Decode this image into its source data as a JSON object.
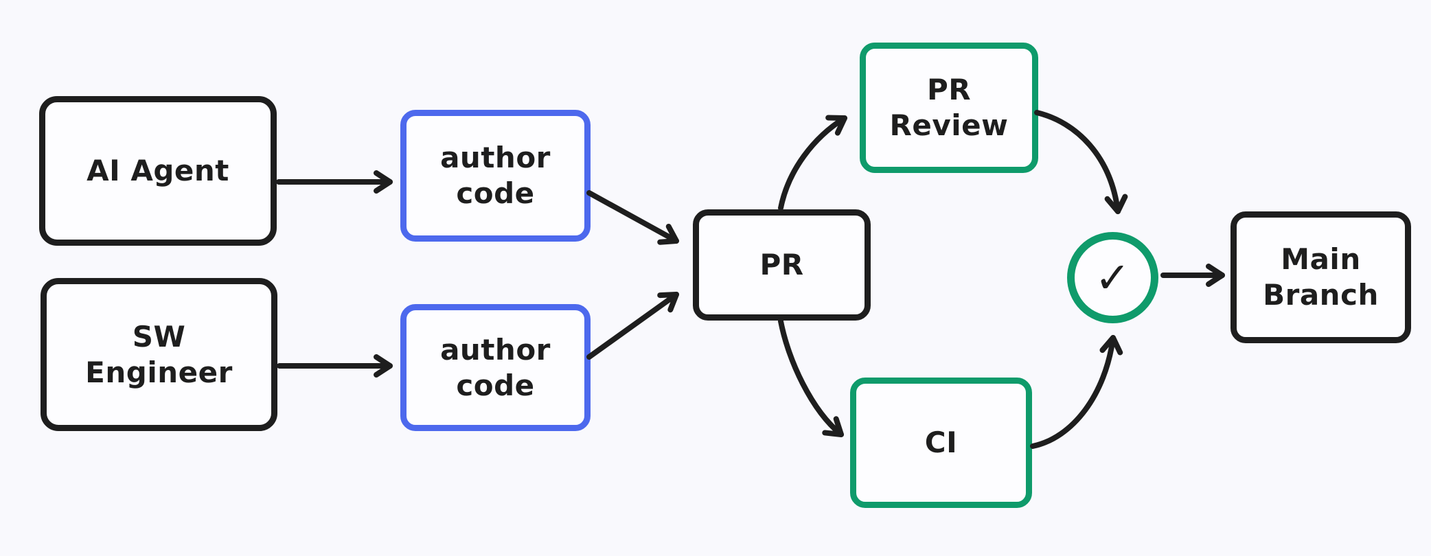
{
  "diagram": {
    "title": "PR workflow diagram",
    "background_color": "#f9f9fd",
    "stroke_color": "#1e1e1e",
    "accent_blue": "#4d69ed",
    "accent_green": "#0f9b6b"
  },
  "nodes": {
    "ai_agent": {
      "line1": "AI Agent"
    },
    "sw_engineer": {
      "line1": "SW",
      "line2": "Engineer"
    },
    "author_code_top": {
      "line1": "author",
      "line2": "code"
    },
    "author_code_bottom": {
      "line1": "author",
      "line2": "code"
    },
    "pr": {
      "line1": "PR"
    },
    "pr_review": {
      "line1": "PR",
      "line2": "Review"
    },
    "ci": {
      "line1": "CI"
    },
    "approval_check": {
      "glyph": "✓"
    },
    "main_branch": {
      "line1": "Main",
      "line2": "Branch"
    }
  },
  "edges": [
    {
      "from": "AI Agent",
      "to": "author code (top)"
    },
    {
      "from": "SW Engineer",
      "to": "author code (bottom)"
    },
    {
      "from": "author code (top)",
      "to": "PR"
    },
    {
      "from": "author code (bottom)",
      "to": "PR"
    },
    {
      "from": "PR",
      "to": "PR Review"
    },
    {
      "from": "PR",
      "to": "CI"
    },
    {
      "from": "PR Review",
      "to": "approval check"
    },
    {
      "from": "CI",
      "to": "approval check"
    },
    {
      "from": "approval check",
      "to": "Main Branch"
    }
  ]
}
